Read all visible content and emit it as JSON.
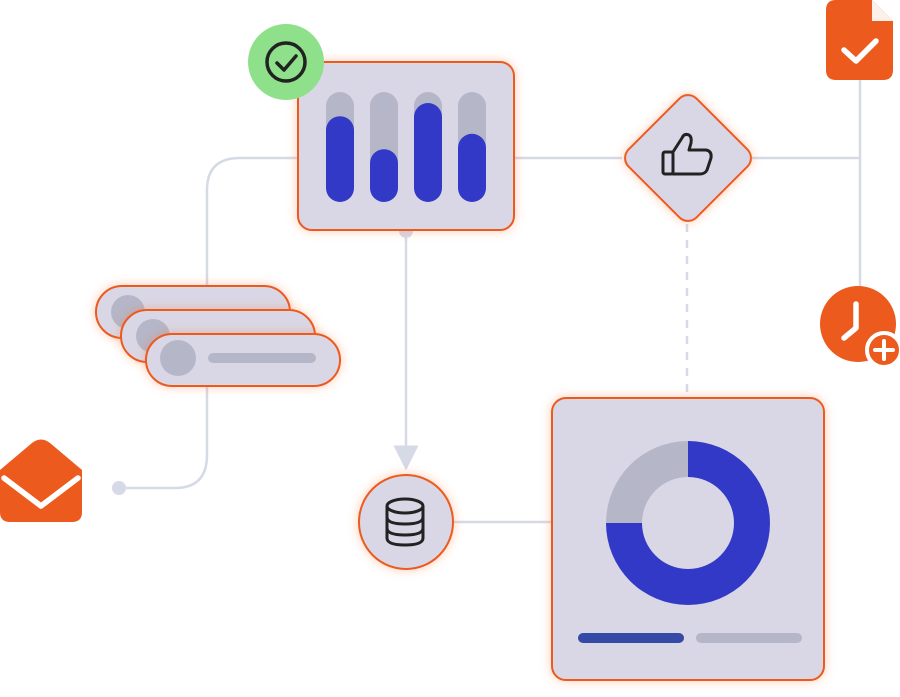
{
  "colors": {
    "accent": "#EC5A1E",
    "card_fill": "#D9D7E6",
    "connector": "#D5DAE6",
    "bar_track": "#B5B6C8",
    "bar_fill": "#3239C6",
    "donut_fill": "#3239C6",
    "donut_rest": "#B5B6C8",
    "legend_primary": "#3549A6",
    "legend_secondary": "#B5B6C8",
    "check_badge": "#8FE08A",
    "icon_stroke": "#222222"
  },
  "icons": {
    "check_badge": "check-circle-icon",
    "approve": "thumbs-up-icon",
    "database": "database-icon",
    "document": "document-check-icon",
    "schedule": "clock-plus-icon",
    "mail": "envelope-open-icon"
  },
  "bar_chart": {
    "type": "bar",
    "values": [
      0.78,
      0.48,
      0.9,
      0.62
    ],
    "track_max": 1.0
  },
  "donut_chart": {
    "type": "pie",
    "values": [
      0.75,
      0.25
    ]
  },
  "legend_bars": {
    "values": [
      1,
      1
    ]
  }
}
